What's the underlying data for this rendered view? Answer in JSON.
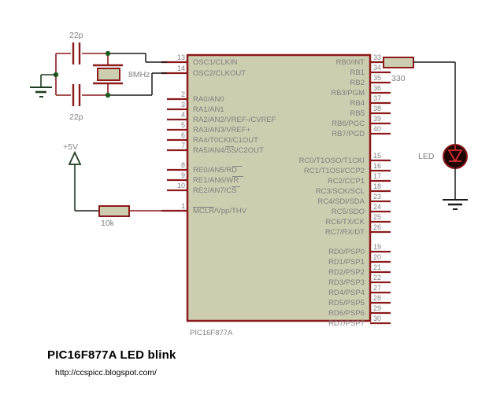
{
  "diagram": {
    "title": "PIC16F877A LED blink",
    "url": "http://ccspicc.blogspot.com/",
    "background": "#ffffff",
    "wire_color": "#1a1a1a",
    "pin_color": "#8b1a1a",
    "body_fill": "#cdcdb0",
    "body_stroke": "#8b1a1a",
    "label_color": "#808080",
    "ground_color": "#1f3d1f",
    "junction_color": "#1f5c1f"
  },
  "chip": {
    "name": "PIC16F877A",
    "caption": "PIC16F877A",
    "left_pins": [
      {
        "number": "13",
        "label": "OSC1/CLKIN",
        "overbar": ""
      },
      {
        "number": "14",
        "label": "OSC2/CLKOUT",
        "overbar": ""
      },
      {
        "number": "2",
        "label": "RA0/AN0",
        "overbar": ""
      },
      {
        "number": "3",
        "label": "RA1/AN1",
        "overbar": ""
      },
      {
        "number": "4",
        "label": "RA2/AN2/VREF-/CVREF",
        "overbar": ""
      },
      {
        "number": "5",
        "label": "RA3/AN3/VREF+",
        "overbar": ""
      },
      {
        "number": "6",
        "label": "RA4/T0CKI/C1OUT",
        "overbar": ""
      },
      {
        "number": "7",
        "label": "RA5/AN4/SS/C2OUT",
        "overbar": "SS"
      },
      {
        "number": "8",
        "label": "RE0/AN5/RD",
        "overbar": "RD"
      },
      {
        "number": "9",
        "label": "RE1/AN6/WR",
        "overbar": "WR"
      },
      {
        "number": "10",
        "label": "RE2/AN7/CS",
        "overbar": "CS"
      },
      {
        "number": "1",
        "label": "MCLR/Vpp/THV",
        "overbar": "MCLR"
      }
    ],
    "right_pins": [
      {
        "number": "33",
        "label": "RB0/INT"
      },
      {
        "number": "34",
        "label": "RB1"
      },
      {
        "number": "35",
        "label": "RB2"
      },
      {
        "number": "36",
        "label": "RB3/PGM"
      },
      {
        "number": "37",
        "label": "RB4"
      },
      {
        "number": "38",
        "label": "RB5"
      },
      {
        "number": "39",
        "label": "RB6/PGC"
      },
      {
        "number": "40",
        "label": "RB7/PGD"
      },
      {
        "number": "15",
        "label": "RC0/T1OSO/T1CKI"
      },
      {
        "number": "16",
        "label": "RC1/T1OSI/CCP2"
      },
      {
        "number": "17",
        "label": "RC2/CCP1"
      },
      {
        "number": "18",
        "label": "RC3/SCK/SCL"
      },
      {
        "number": "23",
        "label": "RC4/SDI/SDA"
      },
      {
        "number": "24",
        "label": "RC5/SDO"
      },
      {
        "number": "25",
        "label": "RC6/TX/CK"
      },
      {
        "number": "26",
        "label": "RC7/RX/DT"
      },
      {
        "number": "19",
        "label": "RD0/PSP0"
      },
      {
        "number": "20",
        "label": "RD1/PSP1"
      },
      {
        "number": "21",
        "label": "RD2/PSP2"
      },
      {
        "number": "22",
        "label": "RD3/PSP3"
      },
      {
        "number": "27",
        "label": "RD4/PSP4"
      },
      {
        "number": "28",
        "label": "RD5/PSP5"
      },
      {
        "number": "29",
        "label": "RD6/PSP6"
      },
      {
        "number": "30",
        "label": "RD7/PSP7"
      }
    ]
  },
  "components": {
    "cap_top": {
      "value": "22p"
    },
    "cap_bottom": {
      "value": "22p"
    },
    "crystal": {
      "value": "8MHz"
    },
    "resistor_led": {
      "value": "330"
    },
    "resistor_pullup": {
      "value": "10k"
    },
    "led": {
      "label": "LED"
    },
    "power": {
      "label": "+5V"
    }
  }
}
